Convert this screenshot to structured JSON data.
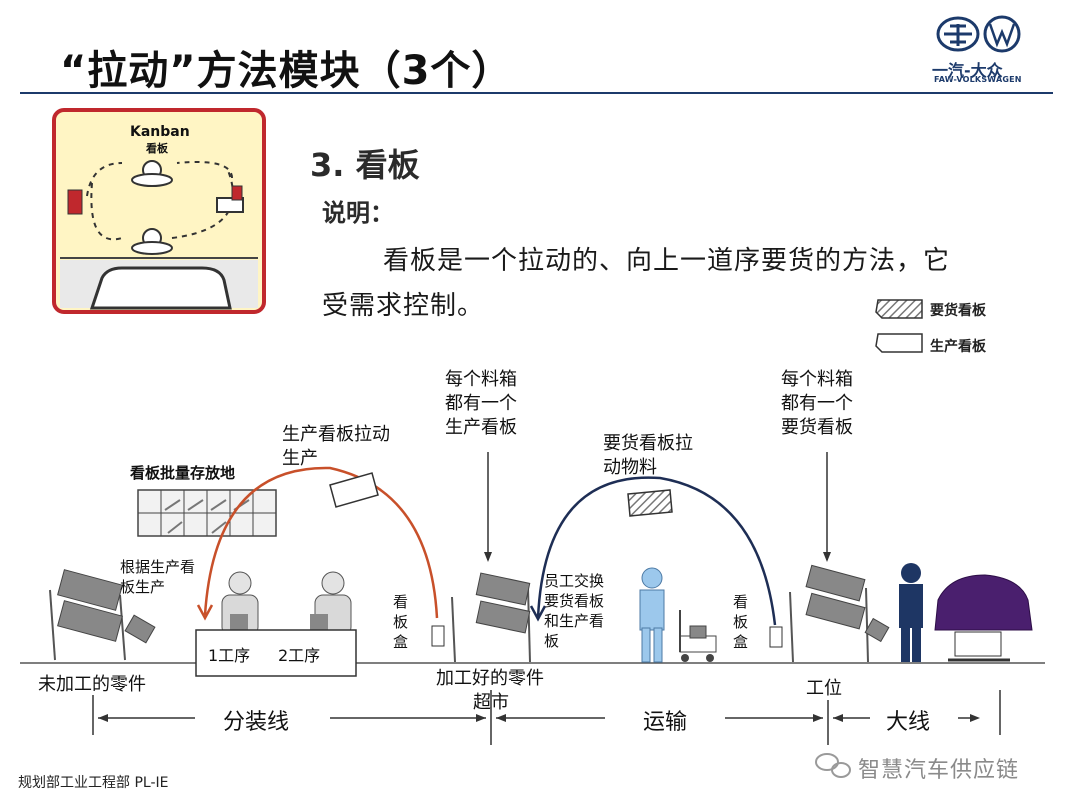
{
  "header": {
    "title": "“拉动”方法模块（3个）",
    "logo": {
      "text_cn": "一汽-大众",
      "text_en": "FAW-VOLKSWAGEN"
    }
  },
  "thumbnail": {
    "label_en": "Kanban",
    "label_cn": "看板",
    "colors": {
      "frame": "#c0282d",
      "background": "#fff5c4",
      "card": "#c0282d"
    }
  },
  "section": {
    "title": "3.  看板",
    "subtitle": "说明：",
    "description_line1": "看板是一个拉动的、向上一道序要货的方法，它",
    "description_line2": "受需求控制。"
  },
  "legend": [
    {
      "label": "要货看板",
      "style": "hatched"
    },
    {
      "label": "生产看板",
      "style": "plain"
    }
  ],
  "diagram": {
    "labels": {
      "batch_storage": "看板批量存放地",
      "production_pull": "生产看板拉动\n生产",
      "produce_by": "根据生产看\n板生产",
      "each_bin_production": "每个料箱\n都有一个\n生产看板",
      "each_bin_order": "每个料箱\n都有一个\n要货看板",
      "order_pull": "要货看板拉\n动物料",
      "worker_exchange": "员工交换\n要货看板\n和生产看\n板",
      "kanban_box_left": "看\n板\n盒",
      "kanban_box_right": "看\n板\n盒",
      "station1": "1工序",
      "station2": "2工序",
      "unprocessed": "未加工的零件",
      "processed": "加工好的零件",
      "supermarket": "超市",
      "workstation": "工位"
    },
    "flow": [
      "分装线",
      "运输",
      "大线"
    ],
    "colors": {
      "production_arc": "#c8502a",
      "order_arc": "#1e2e55",
      "car": "#4a1f6e",
      "person_blue": "#9cc8ec",
      "person_navy": "#1e3664"
    }
  },
  "footer": {
    "department": "规划部工业工程部  PL-IE",
    "watermark": "智慧汽车供应链"
  }
}
